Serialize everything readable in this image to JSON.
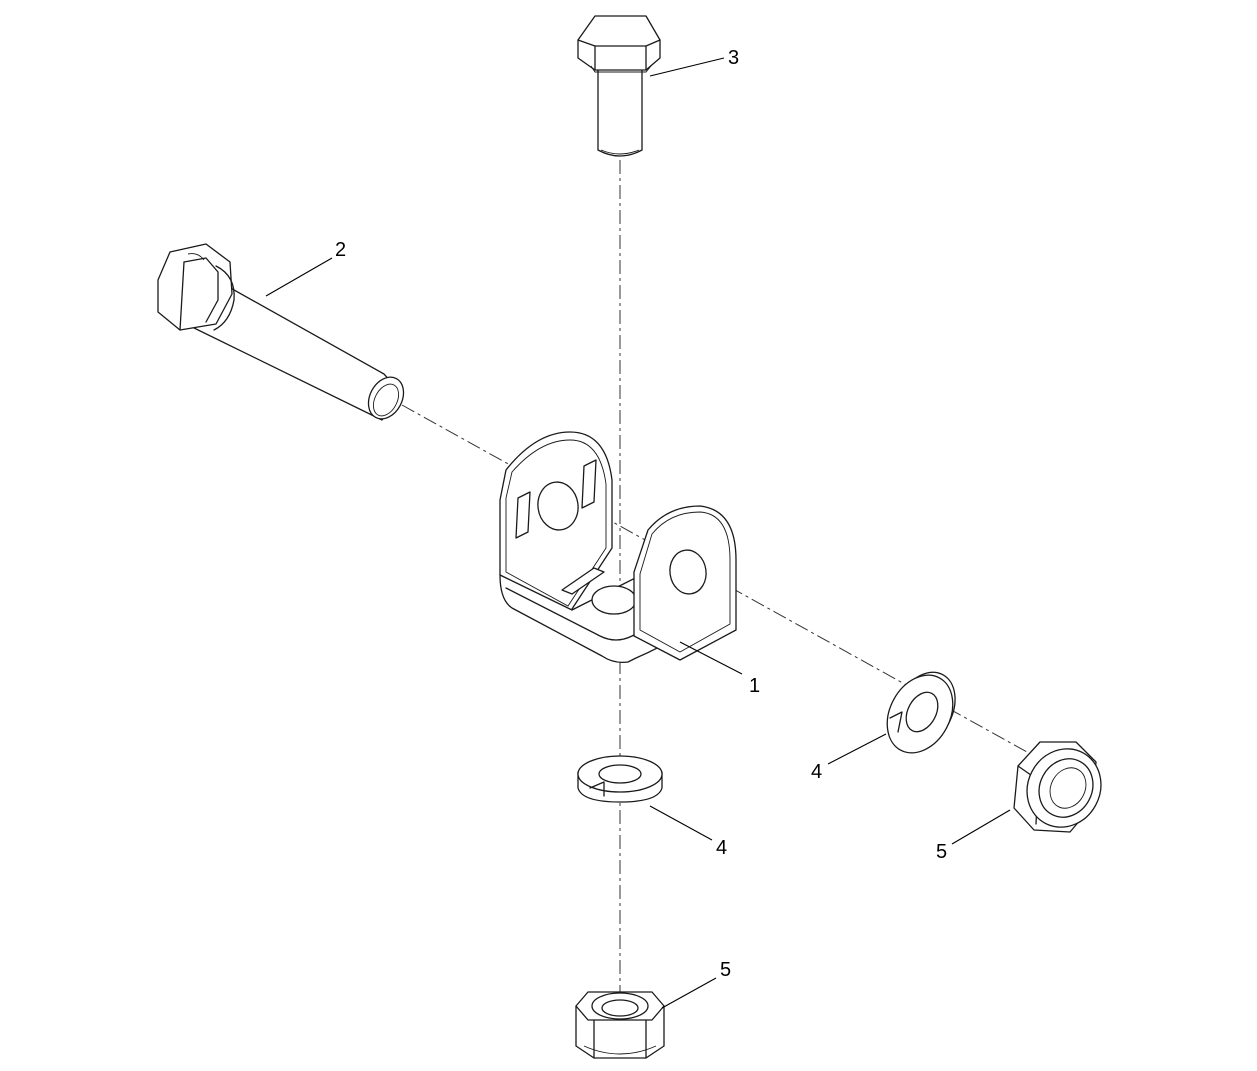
{
  "callouts": [
    {
      "id": "c1",
      "label": "1"
    },
    {
      "id": "c2",
      "label": "2"
    },
    {
      "id": "c3",
      "label": "3"
    },
    {
      "id": "c4a",
      "label": "4"
    },
    {
      "id": "c4b",
      "label": "4"
    },
    {
      "id": "c5a",
      "label": "5"
    },
    {
      "id": "c5b",
      "label": "5"
    }
  ]
}
